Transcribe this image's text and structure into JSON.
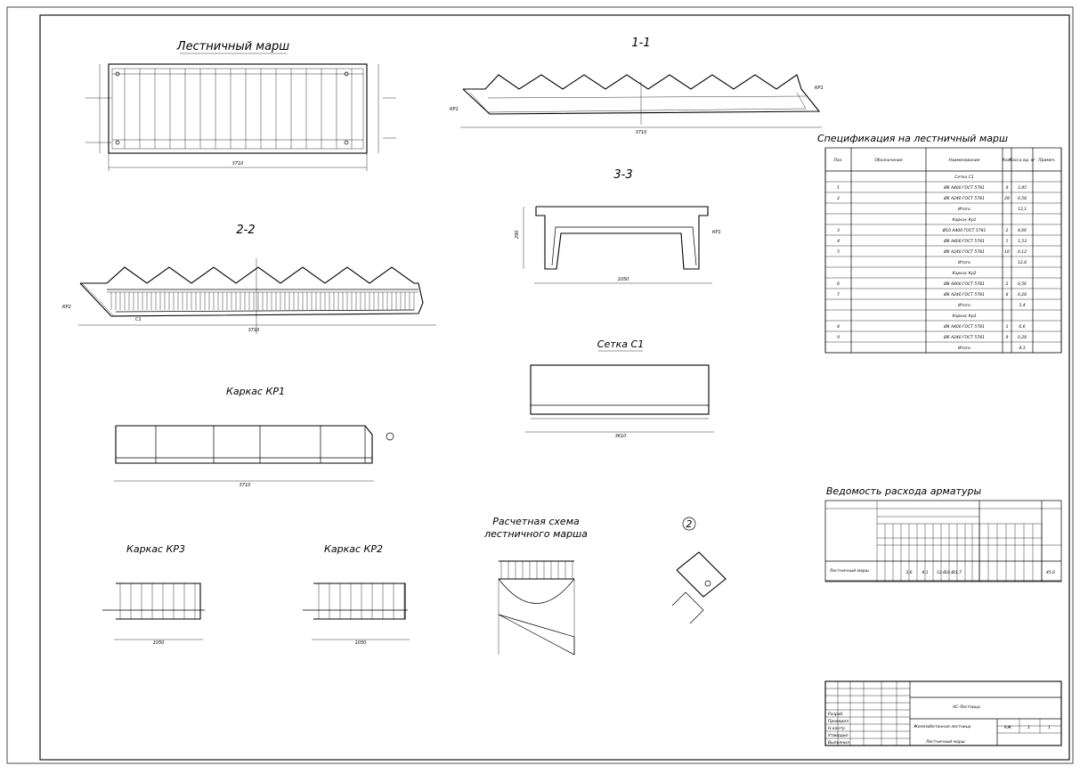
{
  "titles": {
    "march": "Лестничный марш",
    "sec11": "1-1",
    "sec22": "2-2",
    "sec33": "3-3",
    "kr1": "Каркас КР1",
    "c1": "Сетка С1",
    "kr3": "Каркас КР3",
    "kr2": "Каркас КР2",
    "calc": [
      "Расчетная схема",
      "лестничного марша"
    ],
    "node": "2",
    "spec": "Спецификация на лестничный марш",
    "rebar": "Ведомость расхода арматуры"
  },
  "labels": {
    "kr1": "КР1",
    "kr2": "КР2",
    "c1": "С1"
  },
  "dims": {
    "march_len": "3710",
    "sec11_len": "3710",
    "sec22_len": "3710",
    "sec33_w": "1050",
    "kr1_len": "3710",
    "c1_len": "3610",
    "kr3_len": "1050",
    "kr2_len": "1050",
    "sec33_h": "290"
  },
  "spec": {
    "headers": [
      "Поз.",
      "Обозначение",
      "Наименование",
      "Кол.",
      "Масса ед. кг",
      "Примеч."
    ],
    "rows": [
      [
        "",
        "",
        "Сетка С1",
        "",
        "",
        ""
      ],
      [
        "1",
        "",
        "Ø8 А400 ГОСТ 5781",
        "9",
        "3,45",
        ""
      ],
      [
        "2",
        "",
        "Ø6 А240 ГОСТ 5781",
        "28",
        "0,58",
        ""
      ],
      [
        "",
        "",
        "Итого",
        "",
        "13,1",
        ""
      ],
      [
        "",
        "",
        "Каркас Кр1",
        "",
        "",
        ""
      ],
      [
        "3",
        "",
        "Ø10 А400 ГОСТ 5781",
        "2",
        "4,66",
        ""
      ],
      [
        "4",
        "",
        "Ø8 А400 ГОСТ 5781",
        "1",
        "1,53",
        ""
      ],
      [
        "5",
        "",
        "Ø6 А240 ГОСТ 5781",
        "16",
        "0,12",
        ""
      ],
      [
        "",
        "",
        "Итого",
        "",
        "12,8",
        ""
      ],
      [
        "",
        "",
        "Каркас Кр2",
        "",
        "",
        ""
      ],
      [
        "6",
        "",
        "Ø8 А400 ГОСТ 5781",
        "2",
        "0,56",
        ""
      ],
      [
        "7",
        "",
        "Ø6 А240 ГОСТ 5781",
        "8",
        "0,28",
        ""
      ],
      [
        "",
        "",
        "Итого",
        "",
        "3,4",
        ""
      ],
      [
        "",
        "",
        "Каркас Кр3",
        "",
        "",
        ""
      ],
      [
        "8",
        "",
        "Ø8 А400 ГОСТ 5781",
        "3",
        "0,6",
        ""
      ],
      [
        "9",
        "",
        "Ø6 А240 ГОСТ 5781",
        "9",
        "0,28",
        ""
      ],
      [
        "",
        "",
        "Итого",
        "",
        "4,3",
        ""
      ]
    ]
  },
  "rebar": {
    "row_label": "Лестничный марш",
    "values": [
      "3,6",
      "4,1",
      "12,6",
      "10,4",
      "31,7",
      "",
      "",
      "",
      "45,6"
    ]
  },
  "stamp": {
    "code": "АС-Лестница",
    "object": "Железобетонная лестница",
    "sheet_title": "Лестничный марш",
    "stage": "КЖ",
    "sheet": "1",
    "sheets": "1",
    "roles": [
      "Разраб.",
      "Проверил",
      "Н.контр.",
      "Утвердил",
      "Выполнил"
    ]
  }
}
